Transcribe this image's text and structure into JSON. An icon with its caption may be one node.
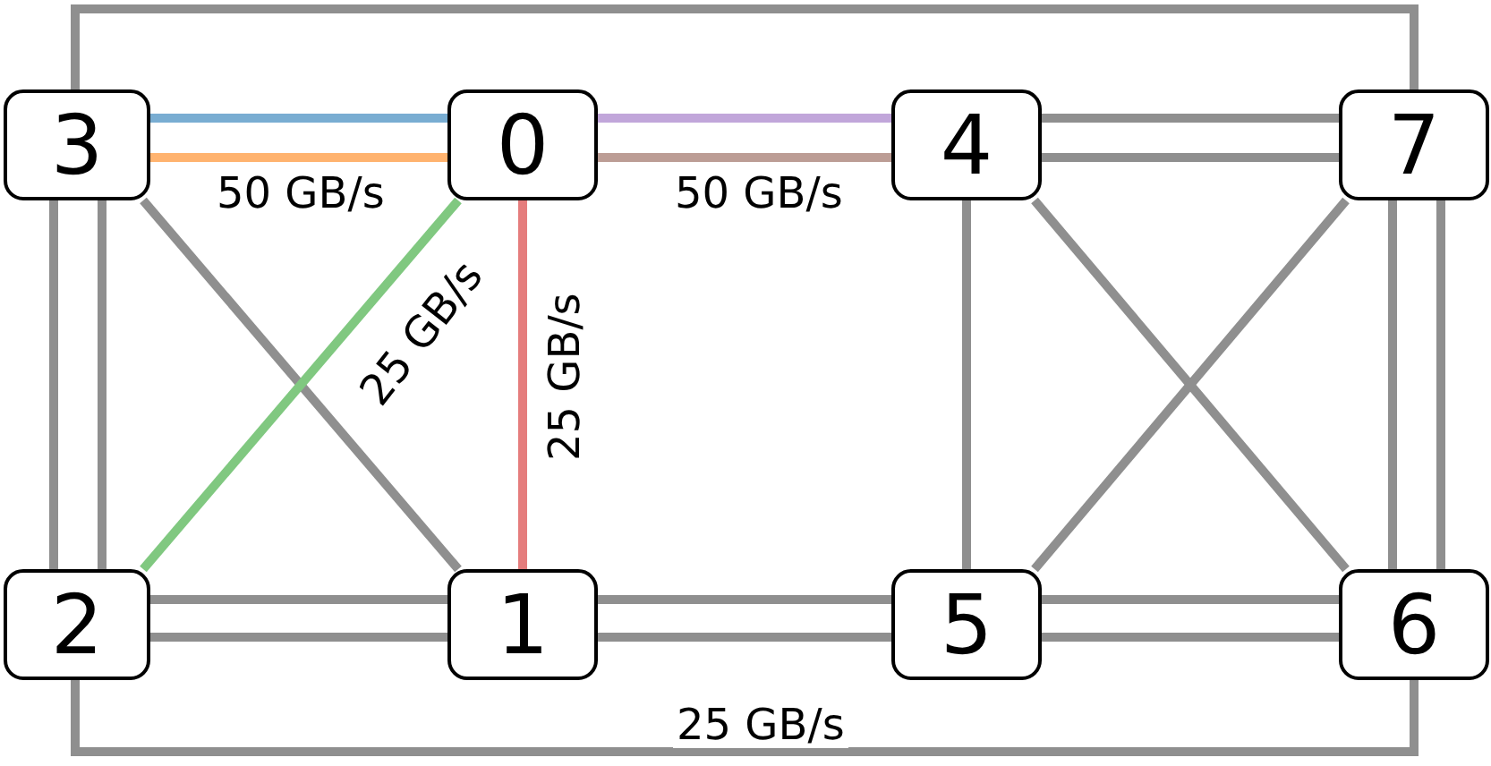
{
  "diagram": {
    "nodes": [
      {
        "text": [
          "3"
        ]
      },
      {
        "text": [
          "0"
        ]
      },
      {
        "text": [
          "4"
        ]
      },
      {
        "text": [
          "7"
        ]
      },
      {
        "text": [
          "2"
        ]
      },
      {
        "text": [
          "1"
        ]
      },
      {
        "text": [
          "5"
        ]
      },
      {
        "text": [
          "6"
        ]
      }
    ],
    "edges": [
      {
        "from": 0,
        "to": 1,
        "arrow": "none",
        "color": "#79add2"
      },
      {
        "from": 0,
        "to": 1,
        "arrow": "none",
        "color": "#ffb36f",
        "label": "50 GB/s"
      },
      {
        "from": 1,
        "to": 2,
        "arrow": "none",
        "color": "#c1a6da"
      },
      {
        "from": 1,
        "to": 2,
        "arrow": "none",
        "color": "#bc9d95",
        "label": "50 GB/s"
      },
      {
        "from": 2,
        "to": 3,
        "arrow": "none"
      },
      {
        "from": 2,
        "to": 3,
        "arrow": "none"
      },
      {
        "from": 0,
        "to": 3,
        "arrow": "none"
      },
      {
        "from": 0,
        "to": 4,
        "arrow": "none"
      },
      {
        "from": 0,
        "to": 4,
        "arrow": "none"
      },
      {
        "from": 0,
        "to": 5,
        "arrow": "none"
      },
      {
        "from": 1,
        "to": 4,
        "arrow": "none",
        "color": "#80c880",
        "label": "25 GB/s"
      },
      {
        "from": 1,
        "to": 5,
        "arrow": "none",
        "color": "#e57d7d",
        "label": "25 GB/s"
      },
      {
        "from": 4,
        "to": 5,
        "arrow": "none"
      },
      {
        "from": 4,
        "to": 5,
        "arrow": "none"
      },
      {
        "from": 5,
        "to": 6,
        "arrow": "none"
      },
      {
        "from": 5,
        "to": 6,
        "arrow": "none"
      },
      {
        "from": 6,
        "to": 7,
        "arrow": "none"
      },
      {
        "from": 6,
        "to": 7,
        "arrow": "none"
      },
      {
        "from": 4,
        "to": 7,
        "arrow": "none",
        "label": "25 GB/s"
      },
      {
        "from": 2,
        "to": 6,
        "arrow": "none"
      },
      {
        "from": 2,
        "to": 7,
        "arrow": "none"
      },
      {
        "from": 3,
        "to": 6,
        "arrow": "none"
      },
      {
        "from": 3,
        "to": 7,
        "arrow": "none"
      },
      {
        "from": 3,
        "to": 7,
        "arrow": "none"
      }
    ]
  }
}
